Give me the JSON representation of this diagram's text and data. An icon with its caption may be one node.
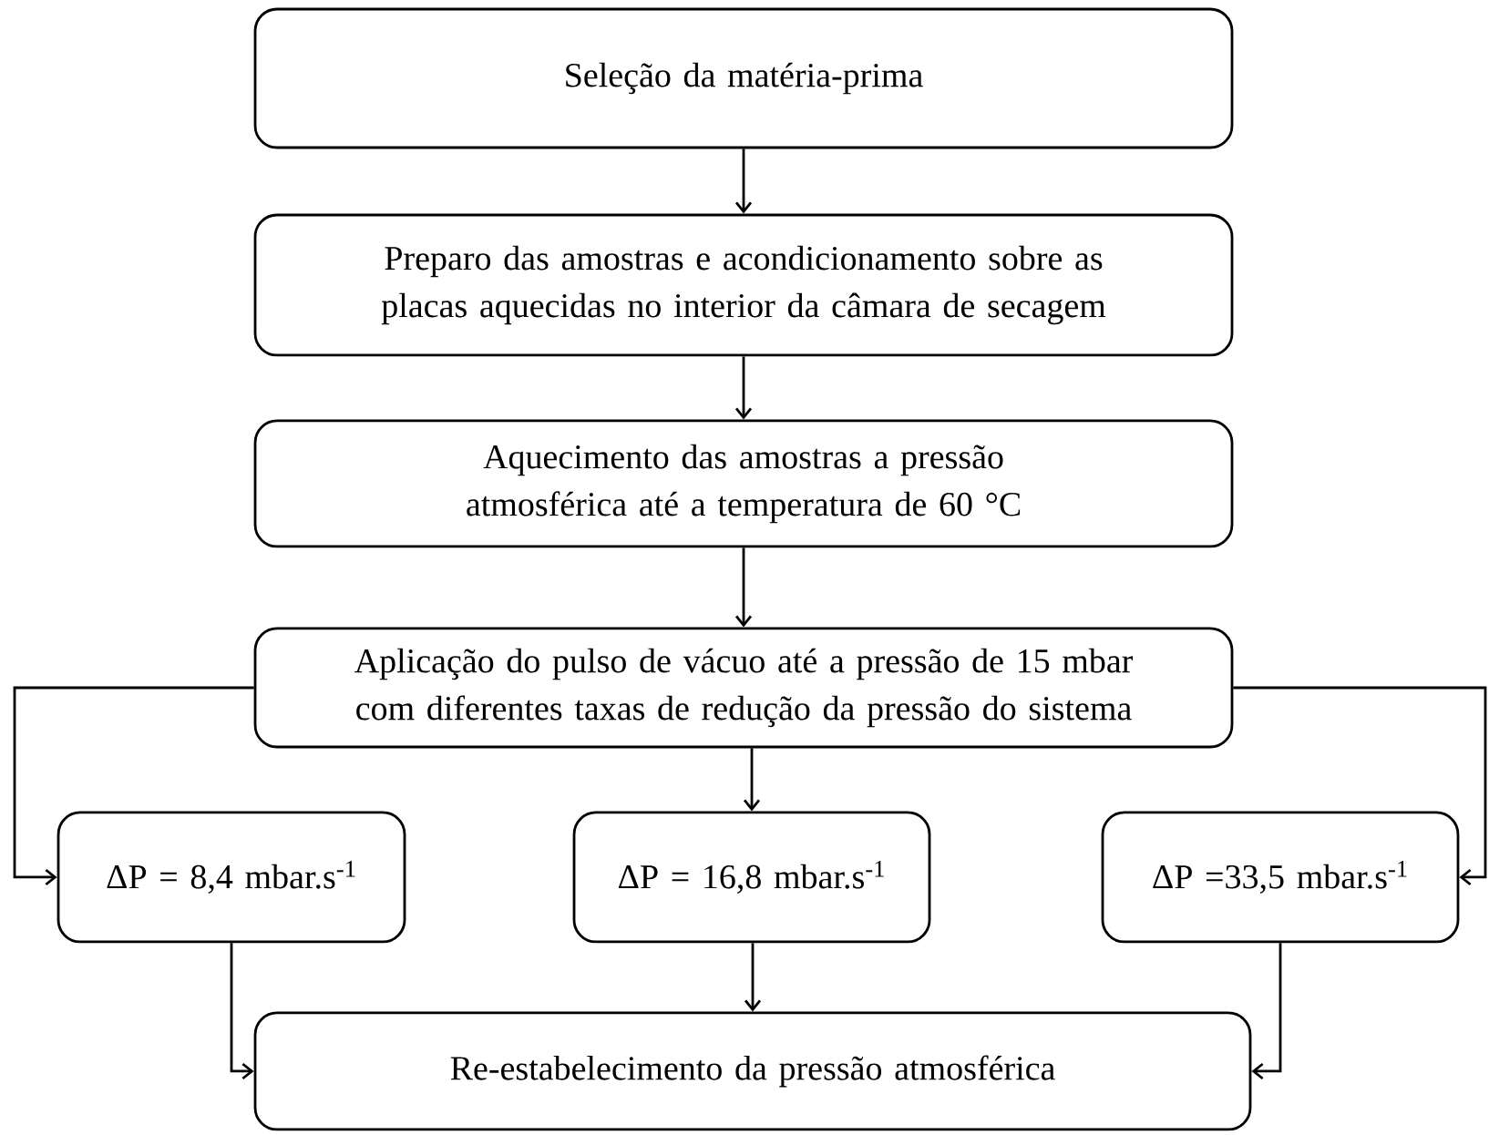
{
  "diagram": {
    "nodes": [
      {
        "text": [
          "Seleção da matéria-prima"
        ]
      },
      {
        "text": [
          "Preparo das amostras e acondicionamento sobre as placas aquecidas no interior da câmara de secagem"
        ]
      },
      {
        "text": [
          "Aquecimento das amostras a pressão atmosférica até a temperatura de 60 °C"
        ]
      },
      {
        "text": [
          "Aplicação do pulso de vácuo até a pressão de 15 mbar com diferentes taxas de redução da pressão do sistema"
        ]
      },
      {
        "text": [
          "ΔP = 8,4 mbar.s$^{-1}$"
        ]
      },
      {
        "text": [
          "ΔP = 16,8 mbar.s$^{-1}$"
        ]
      },
      {
        "text": [
          "ΔP =33,5 mbar.s$^{-1}$"
        ]
      },
      {
        "text": [
          "Re-estabelecimento da pressão atmosférica"
        ]
      }
    ],
    "edges": [
      {
        "from": 0,
        "to": 1,
        "arrow": "to"
      },
      {
        "from": 1,
        "to": 2,
        "arrow": "to"
      },
      {
        "from": 2,
        "to": 3,
        "arrow": "to"
      },
      {
        "from": 3,
        "to": 4,
        "arrow": "to"
      },
      {
        "from": 3,
        "to": 5,
        "arrow": "to"
      },
      {
        "from": 3,
        "to": 6,
        "arrow": "to"
      },
      {
        "from": 4,
        "to": 7,
        "arrow": "to"
      },
      {
        "from": 5,
        "to": 7,
        "arrow": "to"
      },
      {
        "from": 6,
        "to": 7,
        "arrow": "to"
      }
    ]
  }
}
